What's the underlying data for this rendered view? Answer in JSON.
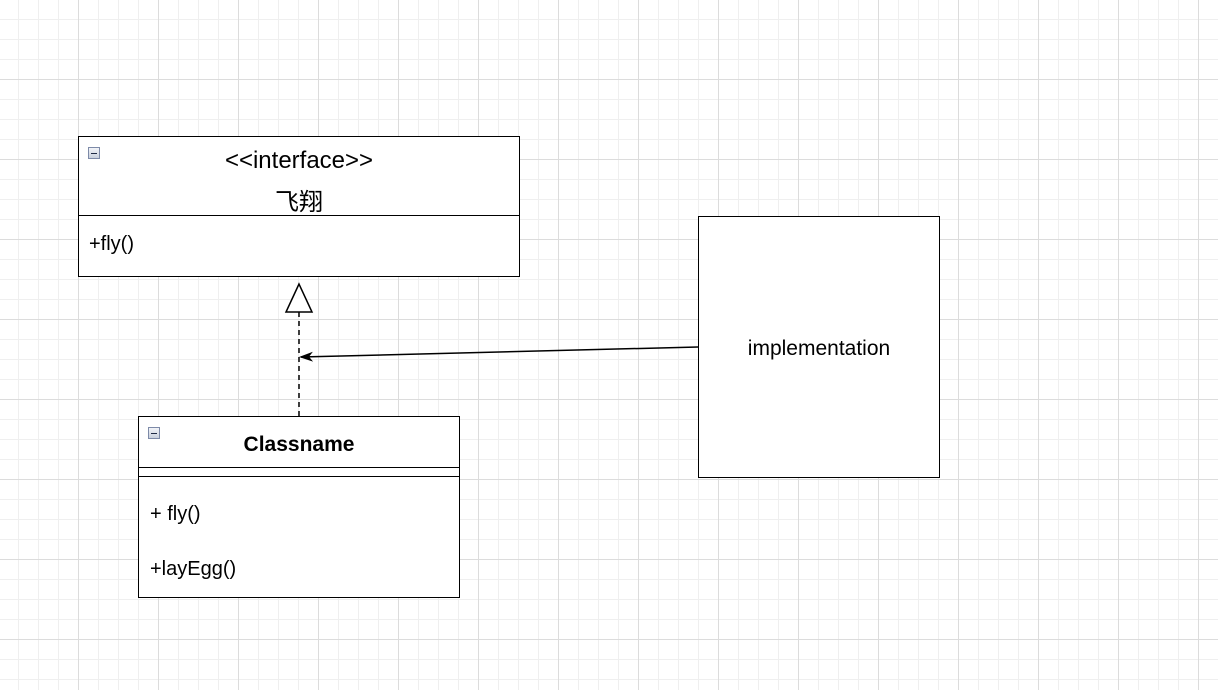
{
  "interface_box": {
    "stereotype": "<<interface>>",
    "name": "飞翔",
    "method": "+fly()"
  },
  "class_box": {
    "name": "Classname",
    "methods": [
      "+ fly()",
      "+layEgg()"
    ]
  },
  "note_box": {
    "label": "implementation"
  },
  "icons": {
    "collapse": "collapse-minus-icon"
  }
}
